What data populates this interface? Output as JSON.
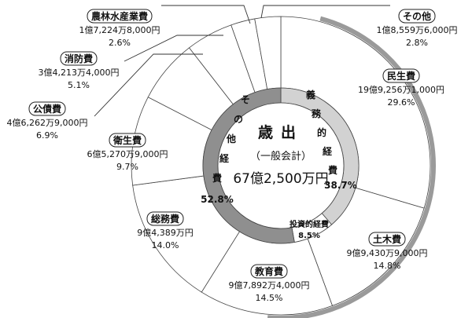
{
  "chart_data": {
    "type": "pie",
    "title": "歳出",
    "subtitle": "（一般会計）",
    "total": "67億2,500万円",
    "slices": [
      {
        "name": "民生費",
        "amount": "19億9,256万1,000円",
        "percent": 29.6,
        "label": "29.6%"
      },
      {
        "name": "土木費",
        "amount": "9億9,430万9,000円",
        "percent": 14.8,
        "label": "14.8%"
      },
      {
        "name": "教育費",
        "amount": "9億7,892万4,000円",
        "percent": 14.5,
        "label": "14.5%"
      },
      {
        "name": "総務費",
        "amount": "9億4,389万円",
        "percent": 14.0,
        "label": "14.0%"
      },
      {
        "name": "衛生費",
        "amount": "6億5,270万9,000円",
        "percent": 9.7,
        "label": "9.7%"
      },
      {
        "name": "公債費",
        "amount": "4億6,262万9,000円",
        "percent": 6.9,
        "label": "6.9%"
      },
      {
        "name": "消防費",
        "amount": "3億4,213万4,000円",
        "percent": 5.1,
        "label": "5.1%"
      },
      {
        "name": "農林水産業費",
        "amount": "1億7,224万8,000円",
        "percent": 2.6,
        "label": "2.6%"
      },
      {
        "name": "その他",
        "amount": "1億8,559万6,000円",
        "percent": 2.8,
        "label": "2.8%"
      }
    ],
    "inner_ring": [
      {
        "name": "義務的経費",
        "percent_text": "38.7%",
        "percent": 38.7,
        "color": "#d2d2d2"
      },
      {
        "name": "投資的経費",
        "percent_text": "8.5%",
        "percent": 8.5,
        "color": "#ffffff"
      },
      {
        "name": "その他経費",
        "percent_text": "52.8%",
        "percent": 52.8,
        "color": "#8f8f8f"
      }
    ]
  }
}
